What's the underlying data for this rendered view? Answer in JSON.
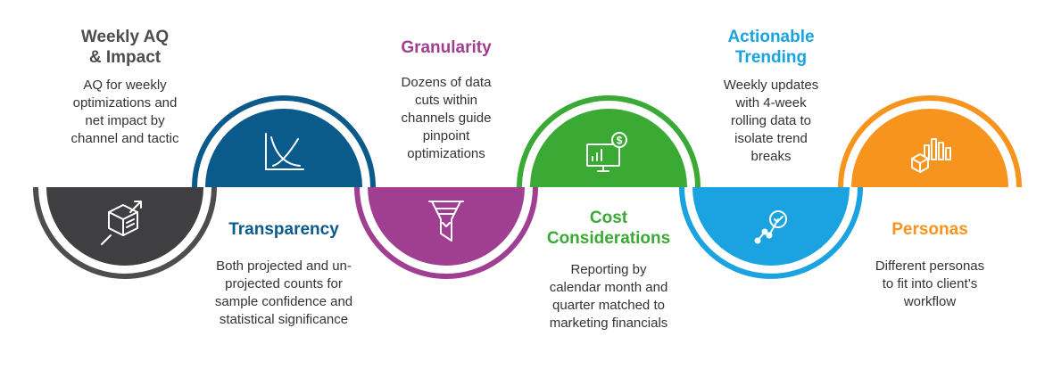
{
  "colors": {
    "charcoal": "#3f3f41",
    "navy": "#0b5a8c",
    "purple": "#a03f91",
    "green": "#3aaa35",
    "sky": "#1aa3e0",
    "orange": "#f7941d",
    "ring_dark": "#4d4d4f"
  },
  "steps": [
    {
      "title": "Weekly AQ\n& Impact",
      "description": "AQ for weekly\noptimizations and\nnet impact by\nchannel and tactic",
      "icon": "box-arrow-icon"
    },
    {
      "title": "Transparency",
      "description": "Both projected and un-\nprojected counts for\nsample confidence and\nstatistical significance",
      "icon": "curves-chart-icon"
    },
    {
      "title": "Granularity",
      "description": "Dozens of data\ncuts within\nchannels guide\npinpoint\noptimizations",
      "icon": "funnel-icon"
    },
    {
      "title": "Cost\nConsiderations",
      "description": "Reporting by\ncalendar month and\nquarter matched to\nmarketing financials",
      "icon": "monitor-dollar-icon"
    },
    {
      "title": "Actionable\nTrending",
      "description": "Weekly updates\nwith 4-week\nrolling data to\nisolate trend\nbreaks",
      "icon": "trend-check-icon"
    },
    {
      "title": "Personas",
      "description": "Different personas\nto fit into client’s\nworkflow",
      "icon": "persona-bars-icon"
    }
  ]
}
